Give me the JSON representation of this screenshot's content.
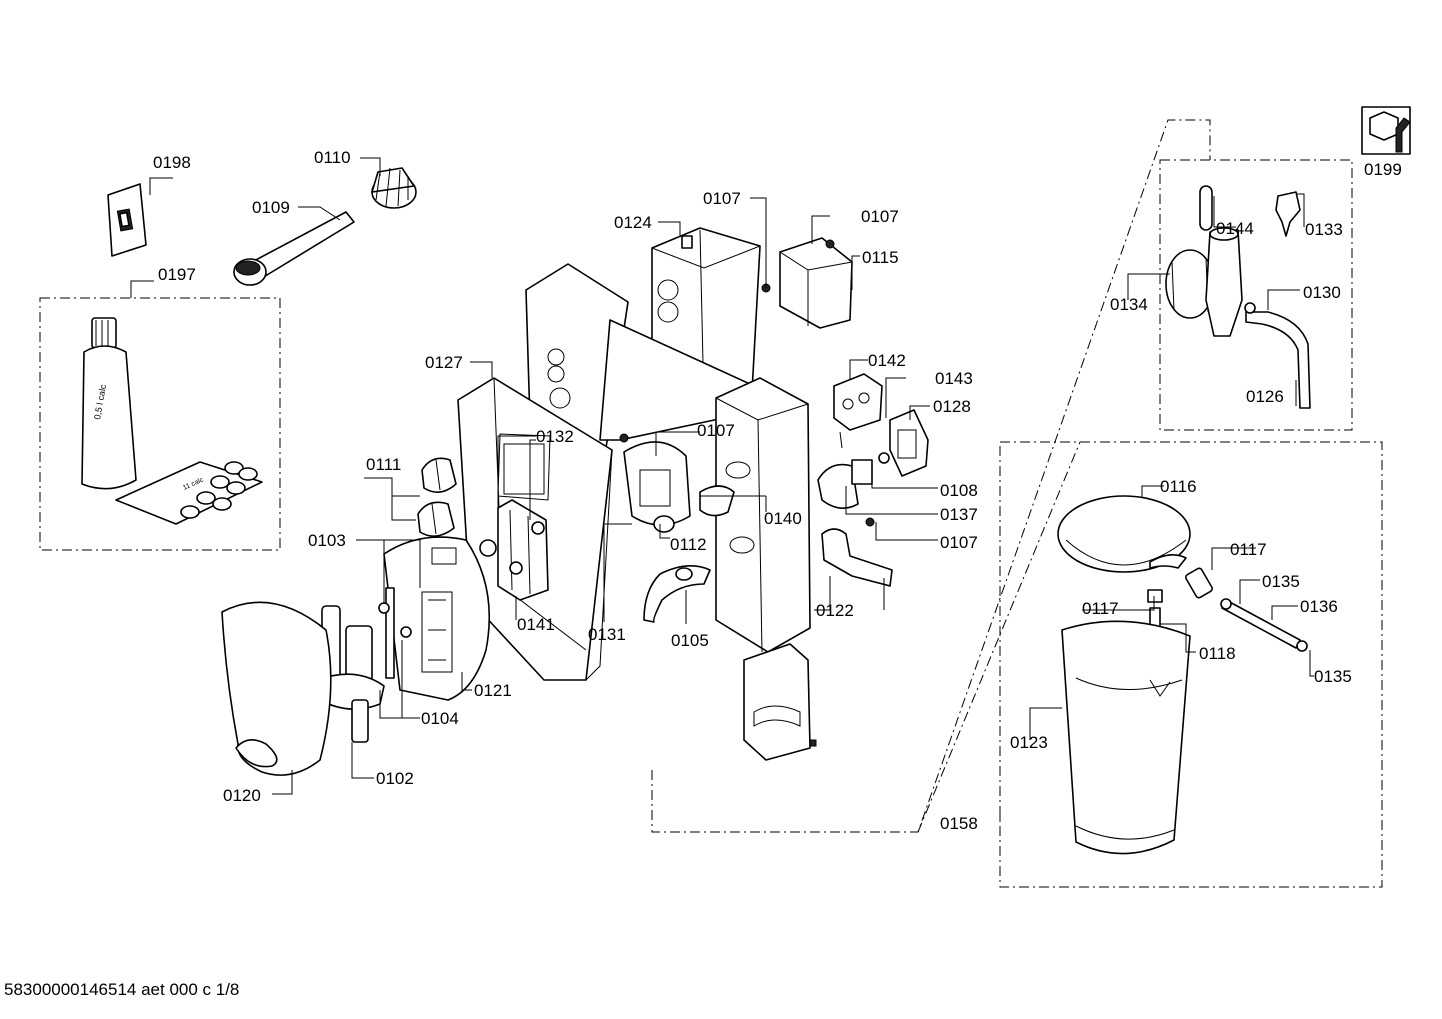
{
  "footer_code": "58300000146514 aet 000 c 1/8",
  "bottle_label": "0,5 l calc",
  "strip_label": "11 calc",
  "labels": {
    "p0198": "0198",
    "p0110": "0110",
    "p0109": "0109",
    "p0197": "0197",
    "p0124": "0124",
    "p0107a": "0107",
    "p0107b": "0107",
    "p0115": "0115",
    "p0127": "0127",
    "p0132": "0132",
    "p0107c": "0107",
    "p0142": "0142",
    "p0143": "0143",
    "p0128": "0128",
    "p0111": "0111",
    "p0108": "0108",
    "p0140": "0140",
    "p0137": "0137",
    "p0103": "0103",
    "p0112": "0112",
    "p0107d": "0107",
    "p0141": "0141",
    "p0131": "0131",
    "p0105": "0105",
    "p0122": "0122",
    "p0121": "0121",
    "p0104": "0104",
    "p0102": "0102",
    "p0120": "0120",
    "p0199": "0199",
    "p0144": "0144",
    "p0133": "0133",
    "p0134": "0134",
    "p0130": "0130",
    "p0126": "0126",
    "p0116": "0116",
    "p0117a": "0117",
    "p0135a": "0135",
    "p0117b": "0117",
    "p0136": "0136",
    "p0118": "0118",
    "p0135b": "0135",
    "p0123": "0123",
    "p0158": "0158"
  }
}
